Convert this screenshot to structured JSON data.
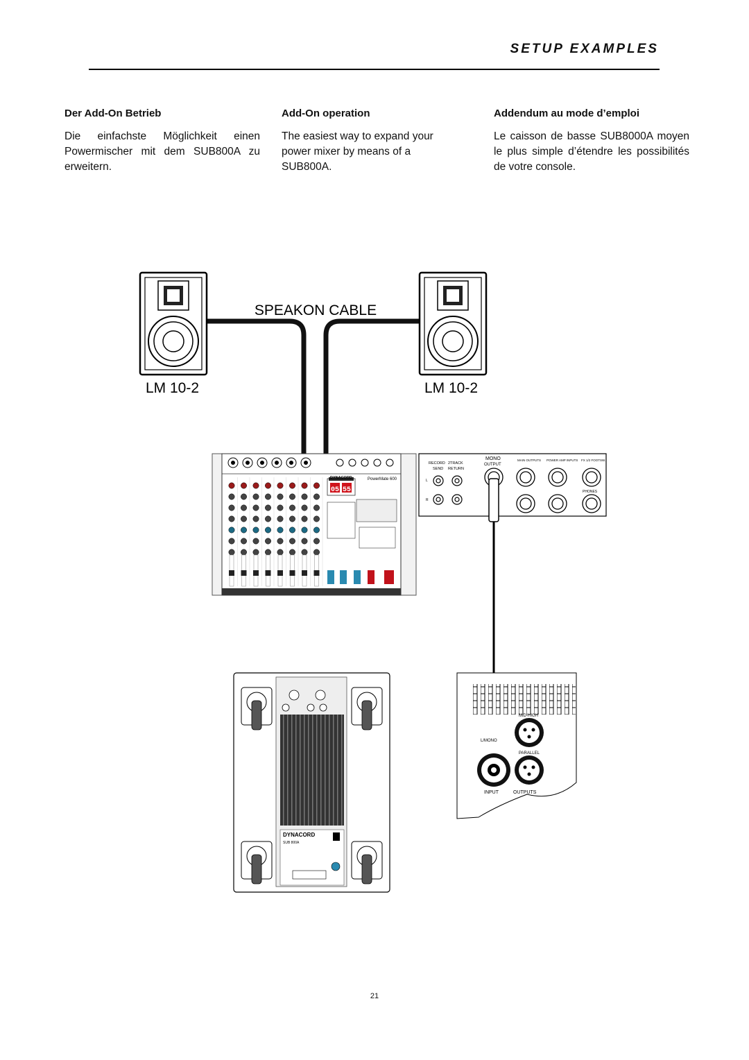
{
  "header": {
    "title": "SETUP EXAMPLES"
  },
  "columns": [
    {
      "heading": "Der Add-On Betrieb",
      "body": "Die einfachste Möglichkeit einen Powermischer mit dem SUB800A zu erweitern."
    },
    {
      "heading": "Add-On operation",
      "body": "The easiest way to expand your power mixer by means of a SUB800A."
    },
    {
      "heading": "Addendum au mode d’emploi",
      "body": "Le caisson de basse SUB8000A moyen le plus simple d’étendre les possibilités de votre console."
    }
  ],
  "diagram": {
    "cable_label": "SPEAKON CABLE",
    "speaker_left_label": "LM 10-2",
    "speaker_right_label": "LM 10-2",
    "mixer": {
      "brand": "DYNACORD",
      "model": "PowerMate 600",
      "display_left": "05",
      "display_right": "55"
    },
    "rear_panel": {
      "record_label": "RECORD",
      "send_label": "SEND",
      "two_track_label": "2TRACK",
      "return_label": "RETURN",
      "mono_label": "MONO",
      "output_label": "OUTPUT",
      "main_outputs_label": "MAIN OUTPUTS",
      "power_amp_inputs_label": "POWER AMP INPUTS",
      "fx_label": "FX 1/2 FOOTSW.",
      "phones_label": "PHONES",
      "l": "L",
      "r": "R"
    },
    "sub": {
      "brand": "DYNACORD",
      "model": "SUB 800A"
    },
    "sub_panel": {
      "mid_high_label": "MID-HIGH",
      "mono_label": "L/MONO",
      "parallel_label": "PARALLEL",
      "input_label": "INPUT",
      "outputs_label": "OUTPUTS"
    }
  },
  "page_number": "21"
}
